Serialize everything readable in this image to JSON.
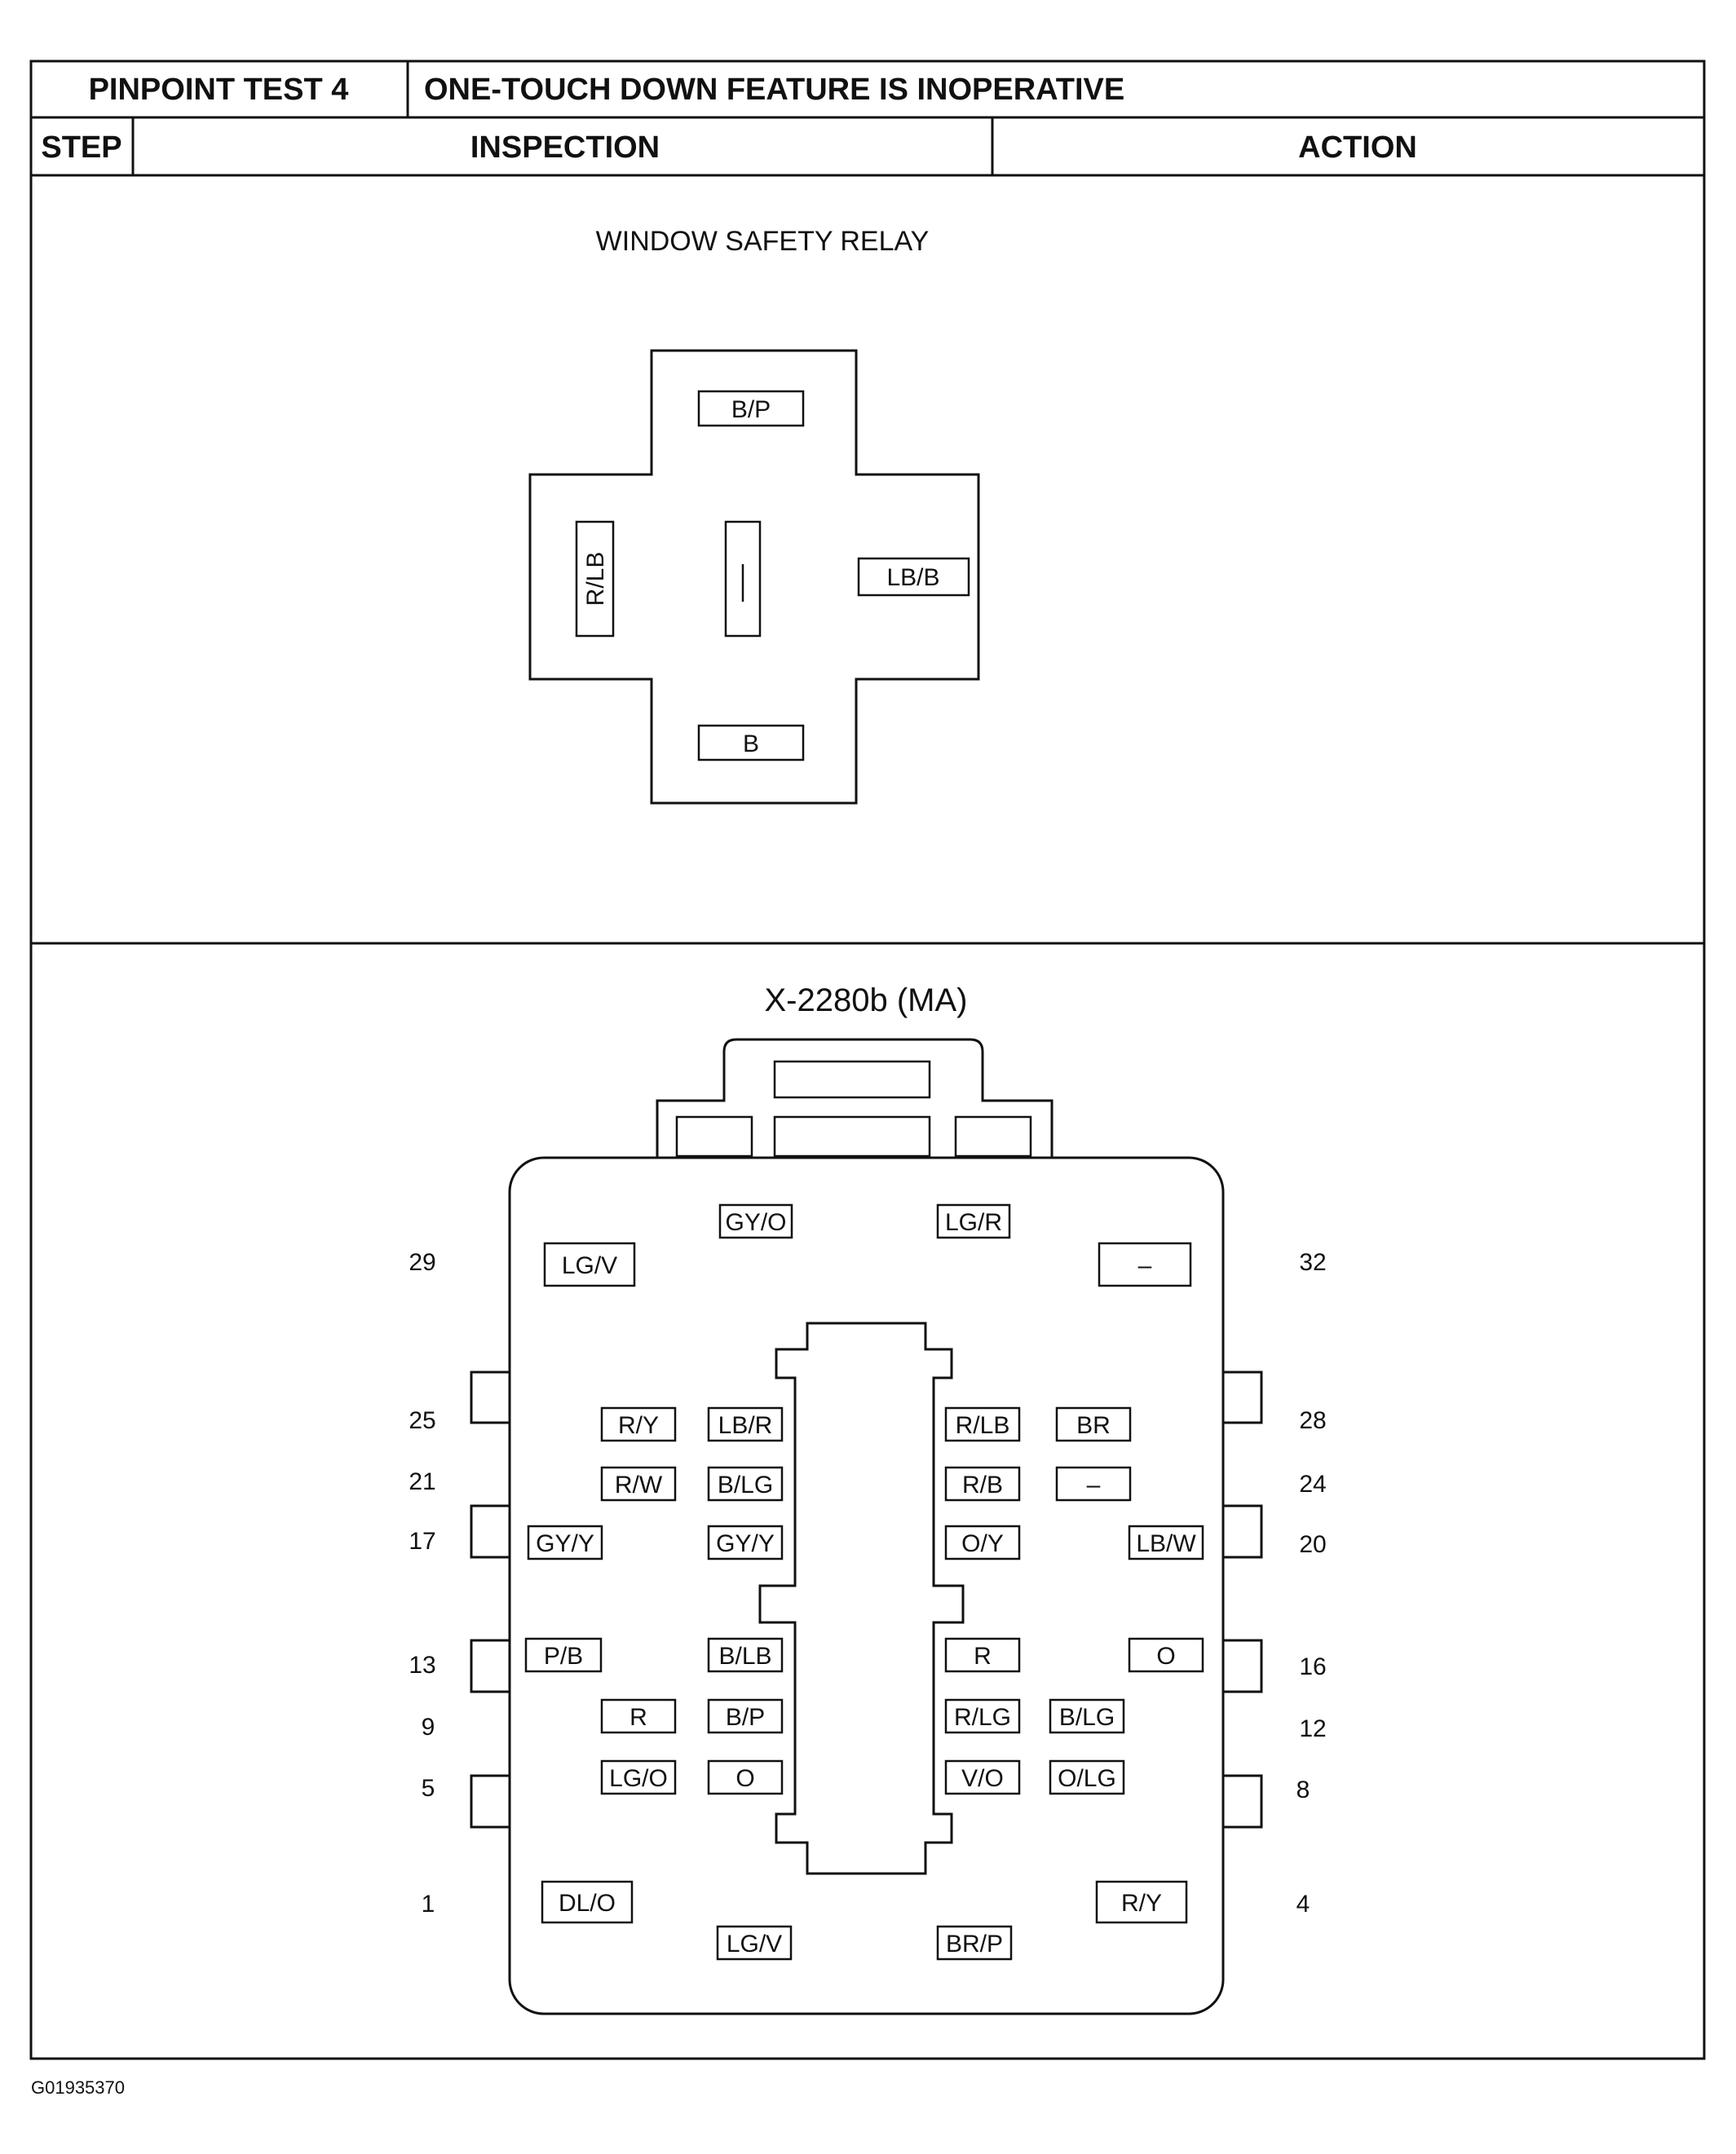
{
  "header": {
    "test_label": "PINPOINT TEST 4",
    "test_title": "ONE-TOUCH DOWN FEATURE IS INOPERATIVE",
    "col_step": "STEP",
    "col_inspection": "INSPECTION",
    "col_action": "ACTION"
  },
  "relay": {
    "title": "WINDOW SAFETY RELAY",
    "top": "B/P",
    "left": "R/LB",
    "center": "|",
    "right": "LB/B",
    "bottom": "B"
  },
  "connector": {
    "title": "X-2280b (MA)",
    "pins": {
      "p1": "DL/O",
      "p2": "LG/V",
      "p3": "BR/P",
      "p4": "R/Y",
      "p5": "LG/O",
      "p6": "O",
      "p7": "V/O",
      "p8": "O/LG",
      "p9": "R",
      "p10": "B/P",
      "p11": "R/LG",
      "p12": "B/LG",
      "p13": "P/B",
      "p14": "B/LB",
      "p15": "R",
      "p16": "O",
      "p17": "GY/Y",
      "p18": "GY/Y",
      "p19": "O/Y",
      "p20": "LB/W",
      "p21": "R/W",
      "p22": "B/LG",
      "p23": "R/B",
      "p24": "–",
      "p25": "R/Y",
      "p26": "LB/R",
      "p27": "R/LB",
      "p28": "BR",
      "p29": "LG/V",
      "p30": "GY/O",
      "p31": "LG/R",
      "p32": "–"
    },
    "numbers": {
      "n1": "1",
      "n4": "4",
      "n5": "5",
      "n8": "8",
      "n9": "9",
      "n12": "12",
      "n13": "13",
      "n16": "16",
      "n17": "17",
      "n20": "20",
      "n21": "21",
      "n24": "24",
      "n25": "25",
      "n28": "28",
      "n29": "29",
      "n32": "32"
    }
  },
  "footer": {
    "code": "G01935370"
  }
}
